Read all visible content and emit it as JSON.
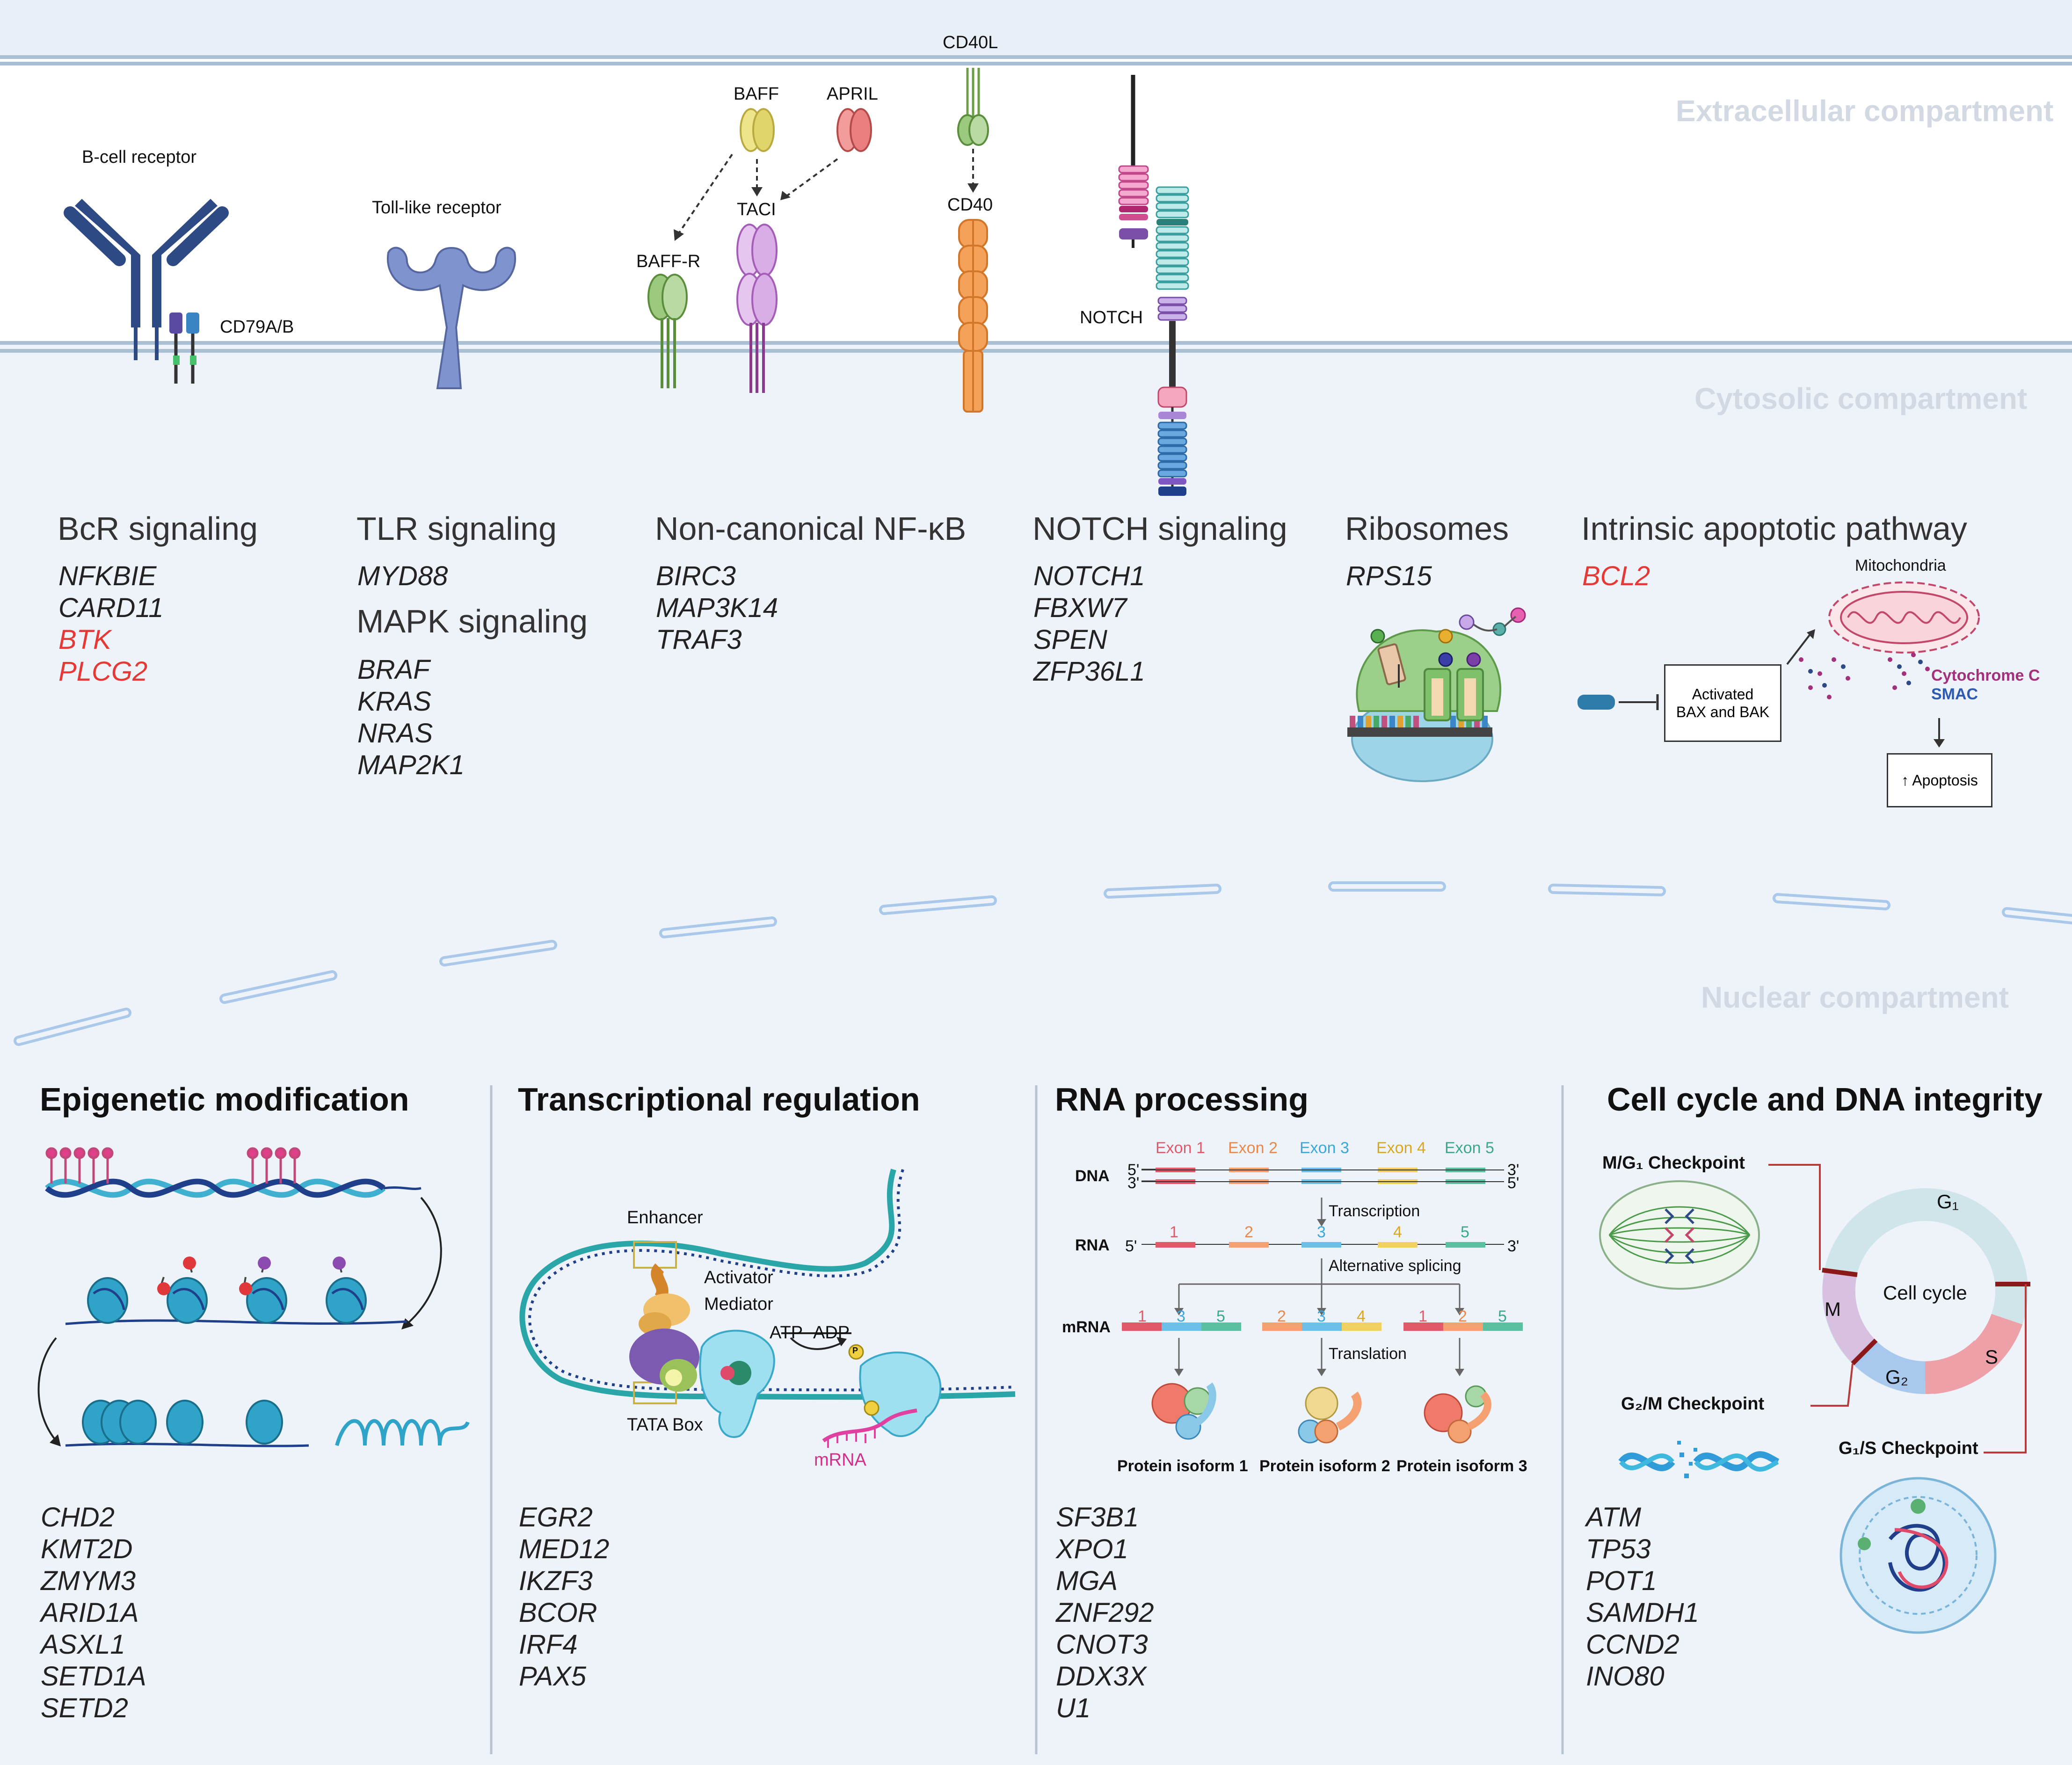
{
  "compartments": {
    "extracellular": "Extracellular compartment",
    "cytosolic": "Cytosolic compartment",
    "nuclear": "Nuclear compartment"
  },
  "receptors": {
    "bcr": "B-cell receptor",
    "cd79": "CD79A/B",
    "tlr": "Toll-like receptor",
    "baff": "BAFF",
    "april": "APRIL",
    "baffr": "BAFF-R",
    "taci": "TACI",
    "cd40l": "CD40L",
    "cd40": "CD40",
    "notch": "NOTCH"
  },
  "pathways": {
    "bcr": {
      "title": "BcR signaling",
      "genes": [
        "NFKBIE",
        "CARD11",
        "BTK",
        "PLCG2"
      ],
      "highlight": [
        "BTK",
        "PLCG2"
      ]
    },
    "tlr": {
      "title": "TLR signaling",
      "genes": [
        "MYD88"
      ]
    },
    "mapk": {
      "title": "MAPK signaling",
      "genes": [
        "BRAF",
        "KRAS",
        "NRAS",
        "MAP2K1"
      ]
    },
    "nfkb": {
      "title": "Non-canonical NF-κB",
      "genes": [
        "BIRC3",
        "MAP3K14",
        "TRAF3"
      ]
    },
    "notch": {
      "title": "NOTCH signaling",
      "genes": [
        "NOTCH1",
        "FBXW7",
        "SPEN",
        "ZFP36L1"
      ]
    },
    "ribosomes": {
      "title": "Ribosomes",
      "genes": [
        "RPS15"
      ]
    },
    "apoptosis": {
      "title": "Intrinsic apoptotic pathway",
      "genes": [
        "BCL2"
      ],
      "highlight": [
        "BCL2"
      ],
      "mitochondria": "Mitochondria",
      "activated_line1": "Activated",
      "activated_line2": "BAX and BAK",
      "cytochrome": "Cytochrome C",
      "smac": "SMAC",
      "apoptosis_box": "↑ Apoptosis"
    }
  },
  "nuclear_sections": {
    "epigenetic": {
      "title": "Epigenetic modification",
      "genes": [
        "CHD2",
        "KMT2D",
        "ZMYM3",
        "ARID1A",
        "ASXL1",
        "SETD1A",
        "SETD2"
      ]
    },
    "transcription": {
      "title": "Transcriptional regulation",
      "genes": [
        "EGR2",
        "MED12",
        "IKZF3",
        "BCOR",
        "IRF4",
        "PAX5"
      ],
      "enhancer": "Enhancer",
      "activator": "Activator",
      "mediator": "Mediator",
      "atp": "ATP",
      "adp": "ADP",
      "p": "P",
      "tata": "TATA Box",
      "mrna": "mRNA"
    },
    "rna": {
      "title": "RNA processing",
      "genes": [
        "SF3B1",
        "XPO1",
        "MGA",
        "ZNF292",
        "CNOT3",
        "DDX3X",
        "U1"
      ],
      "exons": [
        "Exon 1",
        "Exon 2",
        "Exon 3",
        "Exon 4",
        "Exon 5"
      ],
      "dna": "DNA",
      "rna_label": "RNA",
      "mrna_label": "mRNA",
      "five": "5'",
      "three": "3'",
      "transcription": "Transcription",
      "splicing": "Alternative splicing",
      "translation": "Translation",
      "iso1": "Protein isoform 1",
      "iso2": "Protein isoform 2",
      "iso3": "Protein isoform 3",
      "n1": "1",
      "n2": "2",
      "n3": "3",
      "n4": "4",
      "n5": "5"
    },
    "cellcycle": {
      "title": "Cell cycle and DNA integrity",
      "genes": [
        "ATM",
        "TP53",
        "POT1",
        "SAMDH1",
        "CCND2",
        "INO80"
      ],
      "m_g1": "M/G₁ Checkpoint",
      "g2_m": "G₂/M Checkpoint",
      "g1_s": "G₁/S Checkpoint",
      "center": "Cell cycle",
      "g1": "G₁",
      "s": "S",
      "g2": "G₂",
      "m": "M"
    }
  },
  "colors": {
    "highlight": "#e53935",
    "membrane": "#a9bfd3",
    "nucleus": "#c3dbf2"
  }
}
